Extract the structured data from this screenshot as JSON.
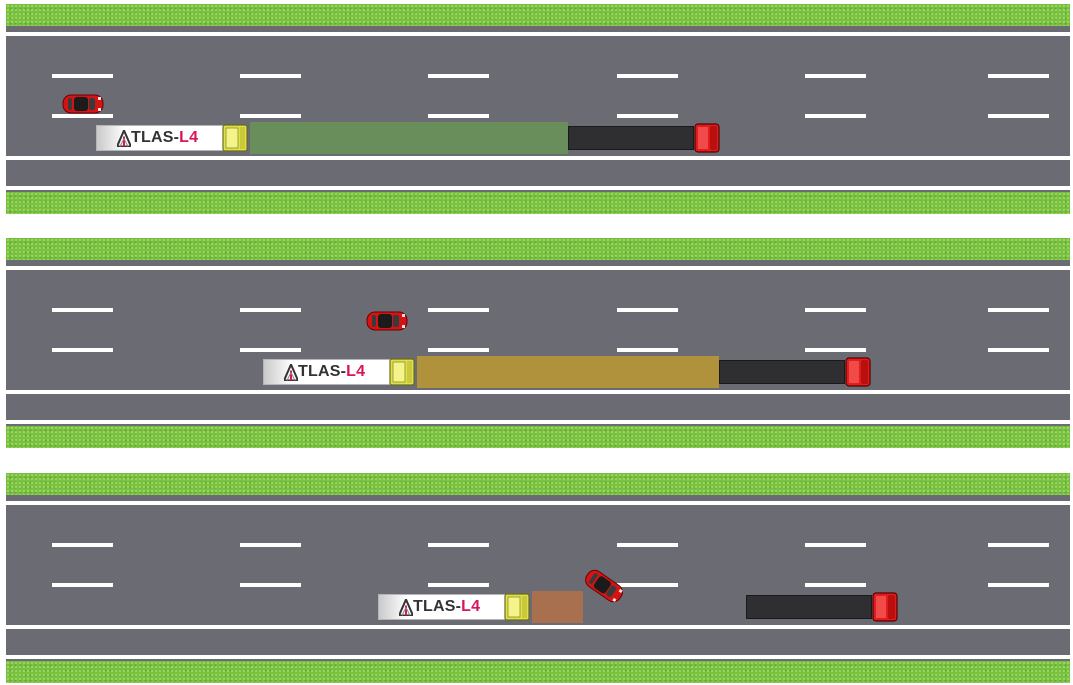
{
  "logo_text": {
    "prefix": "TLAS-",
    "suffix": "L4"
  },
  "colors": {
    "grass": "#7cc242",
    "road": "#6b6b73",
    "lane_marking": "#ffffff",
    "ego_cab": "#e0e04a",
    "lead_trailer": "#2f2f31",
    "lead_cab": "#e21b1b",
    "car": "#d41414",
    "brand_accent": "#d8145b"
  },
  "scenes": [
    {
      "name": "scene-1",
      "gap_zone_color": "#6a8d5c",
      "car_state": "behind-in-adjacent-lane"
    },
    {
      "name": "scene-2",
      "gap_zone_color": "#b0913c",
      "car_state": "alongside-in-adjacent-lane"
    },
    {
      "name": "scene-3",
      "gap_zone_color": "#a8704e",
      "car_state": "cutting-in"
    }
  ],
  "icons": [
    "car-icon",
    "ego-truck-icon",
    "lead-truck-icon",
    "atlas-logo-icon"
  ]
}
